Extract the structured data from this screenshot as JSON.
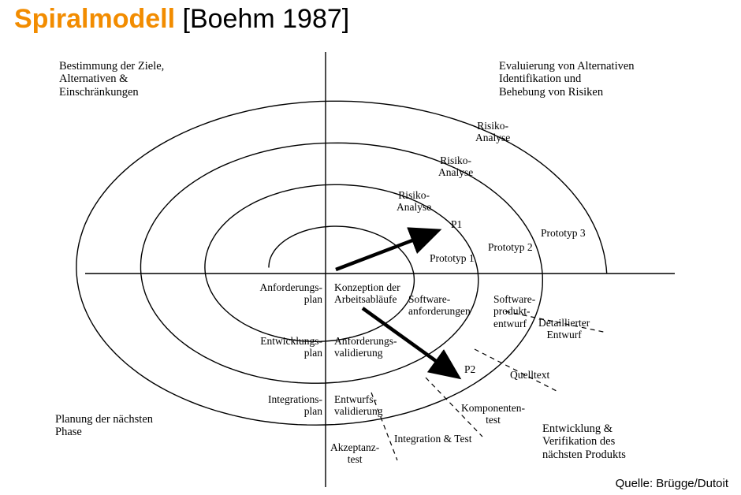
{
  "title": {
    "main": "Spiralmodell",
    "suffix": " [Boehm 1987]"
  },
  "source": "Quelle: Brügge/Dutoit",
  "colors": {
    "accent": "#f28c00",
    "line": "#000000"
  },
  "diagram": {
    "quadrant_top_left": "Bestimmung der Ziele,\nAlternativen &\nEinschränkungen",
    "quadrant_top_right": "Evaluierung von Alternativen\nIdentifikation und\nBehebung von Risiken",
    "quadrant_bottom_left": "Planung der nächsten\nPhase",
    "quadrant_bottom_right": "Entwicklung &\nVerifikation des\nnächsten Produkts",
    "labels": {
      "risiko_inner": "Risiko-\nAnalyse",
      "risiko_mid": "Risiko-\nAnalyse",
      "risiko_outer": "Risiko-\nAnalyse",
      "p1": "P1",
      "p2": "P2",
      "prototyp1": "Prototyp 1",
      "prototyp2": "Prototyp 2",
      "prototyp3": "Prototyp 3",
      "anforderungsplan": "Anforderungs-\nplan",
      "konzeption": "Konzeption der\nArbeitsabläufe",
      "softwareanforderungen": "Software-\nanforderungen",
      "softwareproduktentwurf": "Software-\nprodukt-\nentwurf",
      "detaillierter_entwurf": "Detaillierter\nEntwurf",
      "entwicklungsplan": "Entwicklungs-\nplan",
      "anforderungsvalidierung": "Anforderungs-\nvalidierung",
      "quelltext": "Quelltext",
      "integrationsplan": "Integrations-\nplan",
      "entwurfsvalidierung": "Entwurfs-\nvalidierung",
      "komponententest": "Komponenten-\ntest",
      "integration_test": "Integration & Test",
      "akzeptanztest": "Akzeptanz-\ntest"
    }
  }
}
